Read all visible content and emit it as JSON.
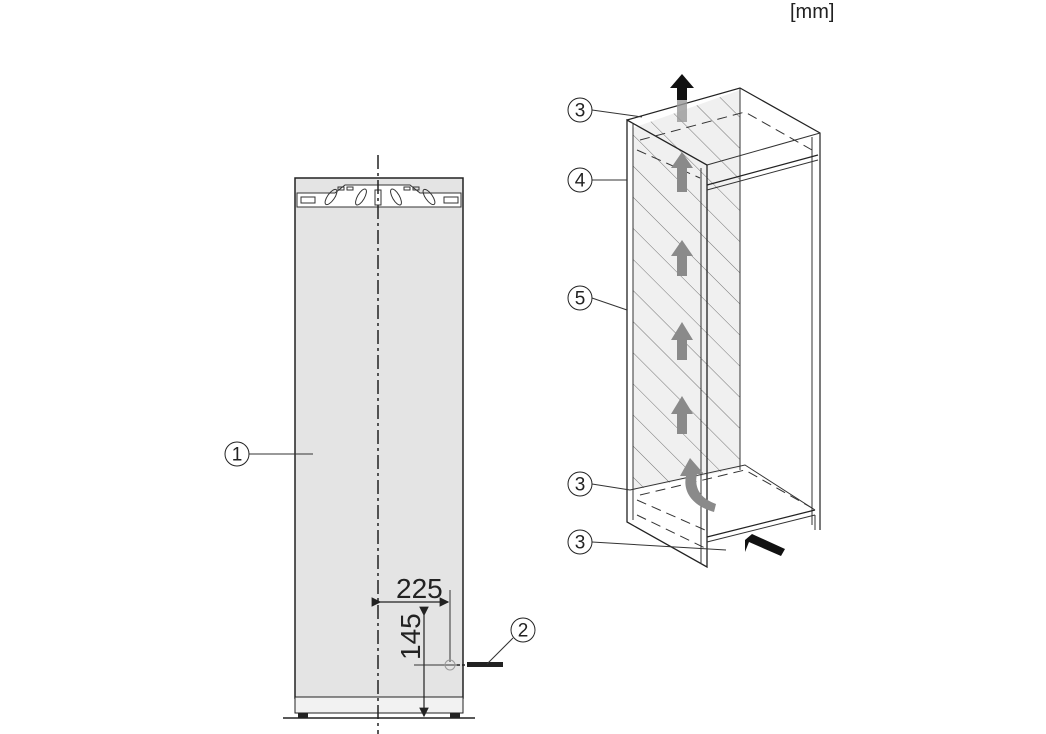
{
  "unit_label": "[mm]",
  "left_view": {
    "callouts": [
      "1",
      "2"
    ],
    "dimensions": {
      "horizontal": "225",
      "vertical": "145"
    }
  },
  "right_view": {
    "callouts": [
      "3",
      "4",
      "5",
      "3",
      "3"
    ]
  },
  "colors": {
    "panel": "#e4e4e4",
    "airflow_arrow": "#8a8a8a",
    "intake_arrow": "#111111"
  }
}
